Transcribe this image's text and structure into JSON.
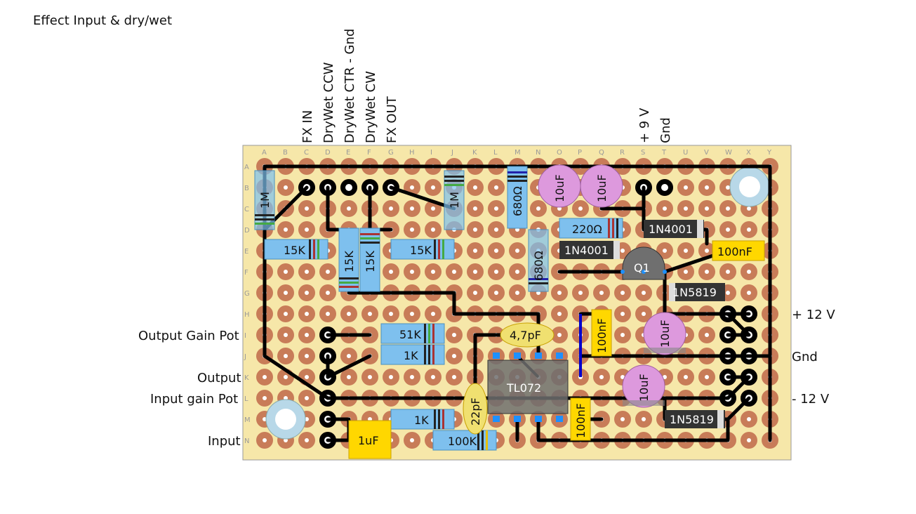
{
  "title": "Effect Input & dry/wet",
  "board": {
    "columns": [
      "A",
      "B",
      "C",
      "D",
      "E",
      "F",
      "G",
      "H",
      "I",
      "J",
      "K",
      "L",
      "M",
      "N",
      "O",
      "P",
      "Q",
      "R",
      "S",
      "T",
      "U",
      "V",
      "W",
      "X",
      "Y"
    ],
    "rows": [
      "A",
      "B",
      "C",
      "D",
      "E",
      "F",
      "G",
      "H",
      "I",
      "J",
      "K",
      "L",
      "M",
      "N"
    ]
  },
  "top_labels": [
    "FX IN",
    "DryWet CCW",
    "DryWet CTR - Gnd",
    "DryWet CW",
    "FX OUT",
    "+ 9 V",
    "Gnd"
  ],
  "left_labels": [
    "Output Gain Pot",
    "Output",
    "Input gain Pot",
    "Input"
  ],
  "right_labels": [
    "+ 12 V",
    "Gnd",
    "- 12 V"
  ],
  "components": {
    "r_1m_a": "1M",
    "r_1m_b": "1M",
    "r_15k_1": "15K",
    "r_15k_2": "15K",
    "r_15k_3": "15K",
    "r_15k_4": "15K",
    "r_680_1": "680Ω",
    "r_680_2": "680Ω",
    "r_220": "220Ω",
    "r_51k": "51K",
    "r_1k_a": "1K",
    "r_1k_b": "1K",
    "r_100k": "100K",
    "c_10uf_1": "10uF",
    "c_10uf_2": "10uF",
    "c_10uf_3": "10uF",
    "c_10uf_4": "10uF",
    "c_100nf_1": "100nF",
    "c_100nf_2": "100nF",
    "c_100nf_3": "100nF",
    "c_1uf": "1uF",
    "c_4_7pf": "4,7pF",
    "c_22pf": "22pF",
    "d_1n4001_a": "1N4001",
    "d_1n4001_b": "1N4001",
    "d_1n5819_a": "1N5819",
    "d_1n5819_b": "1N5819",
    "ic": "TL072",
    "transistor": "Q1"
  },
  "colors": {
    "board": "#f6e7a9",
    "pad": "#c87c58",
    "wire": "#000000",
    "resistor": "#7ec0ee",
    "ceramic_cap": "#ffd700",
    "electrolytic": "#dd99dd",
    "diode": "#333333",
    "jumper_blue": "#0000cc"
  }
}
